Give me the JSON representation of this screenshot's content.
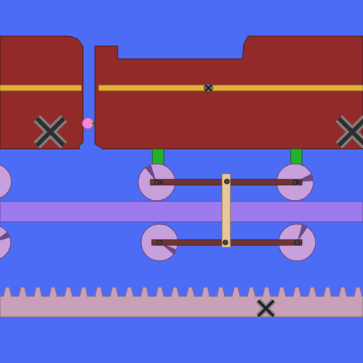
{
  "colors": {
    "background": "#4c6cf5",
    "car_body": "#922a2a",
    "stripe": "#e5b23a",
    "piston": "#22b32a",
    "wheel": "#c8a0dc",
    "wheel_spoke": "#6a4a86",
    "rod": "#6e3434",
    "link_bar": "#e8c89a",
    "rail": "#9e7aef",
    "rack": "#c8a0b8",
    "delete_marker": "#808080",
    "pin_marker": "#202020",
    "pink_joint": "#f08ad8"
  },
  "scene": {
    "objects": [
      {
        "name": "left-train-car",
        "type": "train-car"
      },
      {
        "name": "right-train-car",
        "type": "train-car"
      },
      {
        "name": "coupler-joint",
        "type": "pink-joint"
      },
      {
        "name": "upper-wheel-left",
        "type": "wheel"
      },
      {
        "name": "upper-wheel-right",
        "type": "wheel"
      },
      {
        "name": "lower-wheel-left",
        "type": "wheel"
      },
      {
        "name": "lower-wheel-right",
        "type": "wheel"
      },
      {
        "name": "partial-wheel-upper-left",
        "type": "wheel"
      },
      {
        "name": "partial-wheel-lower-left",
        "type": "wheel"
      },
      {
        "name": "horizontal-rail",
        "type": "rail"
      },
      {
        "name": "toothed-rack",
        "type": "rack"
      }
    ],
    "markers": [
      {
        "name": "delete-marker-left-car",
        "icon": "x-mark-icon"
      },
      {
        "name": "delete-marker-right-car",
        "icon": "x-mark-icon"
      },
      {
        "name": "delete-marker-rack",
        "icon": "x-mark-icon"
      },
      {
        "name": "pin-marker-roof",
        "icon": "x-mark-icon"
      }
    ]
  }
}
